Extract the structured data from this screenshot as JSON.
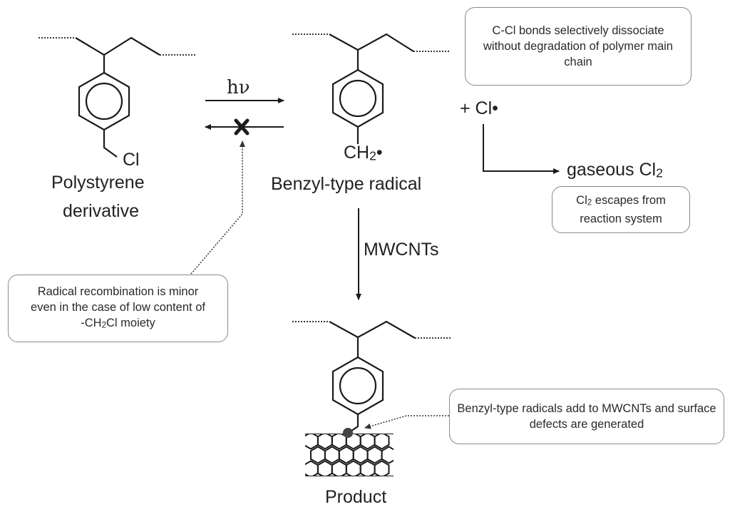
{
  "reactant": {
    "substituent": "Cl",
    "name_line1": "Polystyrene",
    "name_line2": "derivative"
  },
  "forward_arrow_label": "hν",
  "reverse_arrow_blocked": true,
  "intermediate": {
    "substituent_main": "CH",
    "substituent_sub": "2",
    "substituent_dot": "•",
    "name": "Benzyl-type radical"
  },
  "byproduct": {
    "text": "+ Cl•",
    "gas_main": "gaseous Cl",
    "gas_sub": "2"
  },
  "reagent_arrow_label": "MWCNTs",
  "product": {
    "name": "Product"
  },
  "notes": {
    "dissociation": "C-Cl bonds selectively dissociate without degradation of polymer main chain",
    "escape_sub_prefix": "Cl",
    "escape_sub": "2",
    "escape_rest": " escapes from reaction system",
    "recombination_line1": "Radical recombination is minor",
    "recombination_line2": "even in the case of low content of",
    "recombination_line3_pre": "-CH",
    "recombination_line3_sub": "2",
    "recombination_line3_post": "Cl moiety",
    "addition": "Benzyl-type radicals add to MWCNTs and surface defects are generated"
  },
  "colors": {
    "line": "#1a1a1a",
    "box_border": "#8a8a8a",
    "attach_dot": "#444444"
  }
}
